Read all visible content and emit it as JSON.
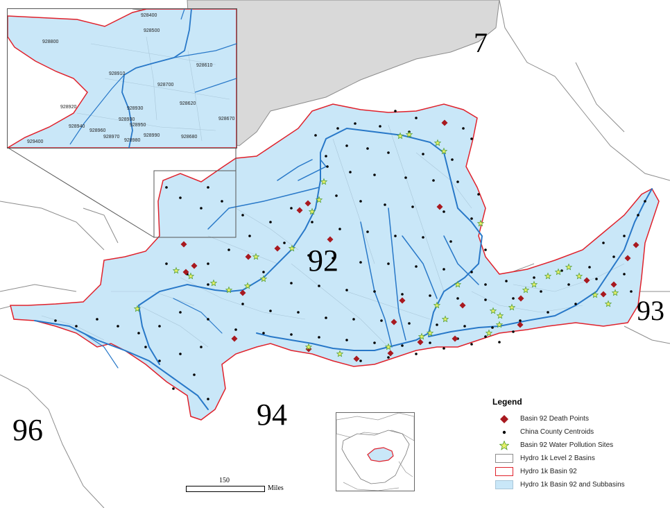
{
  "map": {
    "basin_labels": [
      "7",
      "92",
      "93",
      "94",
      "96"
    ],
    "subbasin_labels": [
      "928400",
      "928500",
      "928800",
      "928610",
      "928910",
      "928700",
      "928920",
      "928930",
      "928620",
      "928670",
      "928940",
      "928930",
      "928950",
      "928960",
      "928970",
      "928990",
      "928980",
      "928680",
      "929400"
    ]
  },
  "scale": {
    "value": "150",
    "unit": "Miles"
  },
  "legend": {
    "title": "Legend",
    "items": [
      {
        "label": "Basin 92 Death Points",
        "symbol": "red-diamond-icon"
      },
      {
        "label": "China County Centroids",
        "symbol": "black-dot-icon"
      },
      {
        "label": "Basin 92 Water Pollution Sites",
        "symbol": "green-star-icon"
      },
      {
        "label": "Hydro 1k Level 2 Basins",
        "symbol": "gray-outline-box"
      },
      {
        "label": "Hydro 1k Basin 92",
        "symbol": "red-outline-box"
      },
      {
        "label": "Hydro 1k Basin 92 and Subbasins",
        "symbol": "blue-fill-box"
      }
    ]
  },
  "colors": {
    "basin_fill": "#c9e7f8",
    "basin_outline": "#e0212b",
    "river": "#2878c8",
    "land_gray": "#d9d9d9",
    "boundary": "#8c8c8c",
    "death_point": "#a8191f",
    "pollution_star": "#e8f06a",
    "pollution_star_outline": "#4c9a2a"
  }
}
